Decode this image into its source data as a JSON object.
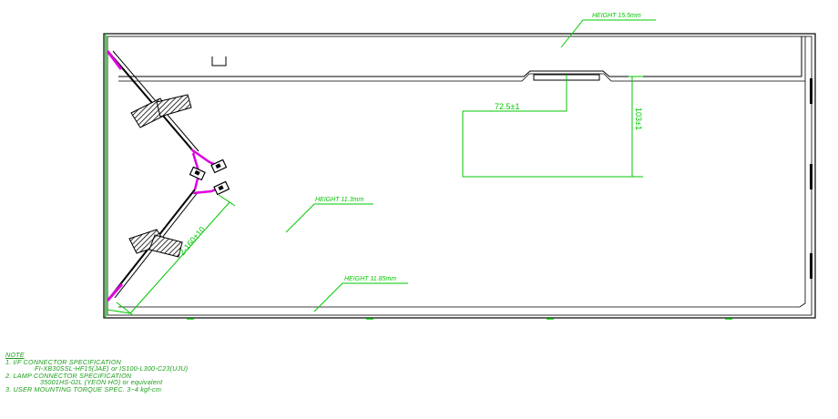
{
  "dimensions": {
    "height_top": "HEIGHT 15.5mm",
    "height_mid": "HEIGHT 11.3mm",
    "height_bottom": "HEIGHT 11.85mm",
    "width_dim": "72.5±1",
    "vertical_dim": "103±1",
    "cable_length": "2-160±10"
  },
  "notes": {
    "title": "NOTE",
    "item1": "1. I/F CONNECTOR SPECIFICATION",
    "item1_detail": "FI-XB30SSL-HF15(JAE) or IS100-L300-C23(UJU)",
    "item2": "2. LAMP CONNECTOR SPECIFICATION",
    "item2_detail": "35001HS-02L (YEON HO) or equivalent",
    "item3": "3. USER MOUNTING TORQUE SPEC. 3~4 kgf-cm"
  },
  "colors": {
    "outline": "#000000",
    "dimension": "#00c800",
    "cable_accent": "#e000e0",
    "hatch": "#000000"
  }
}
